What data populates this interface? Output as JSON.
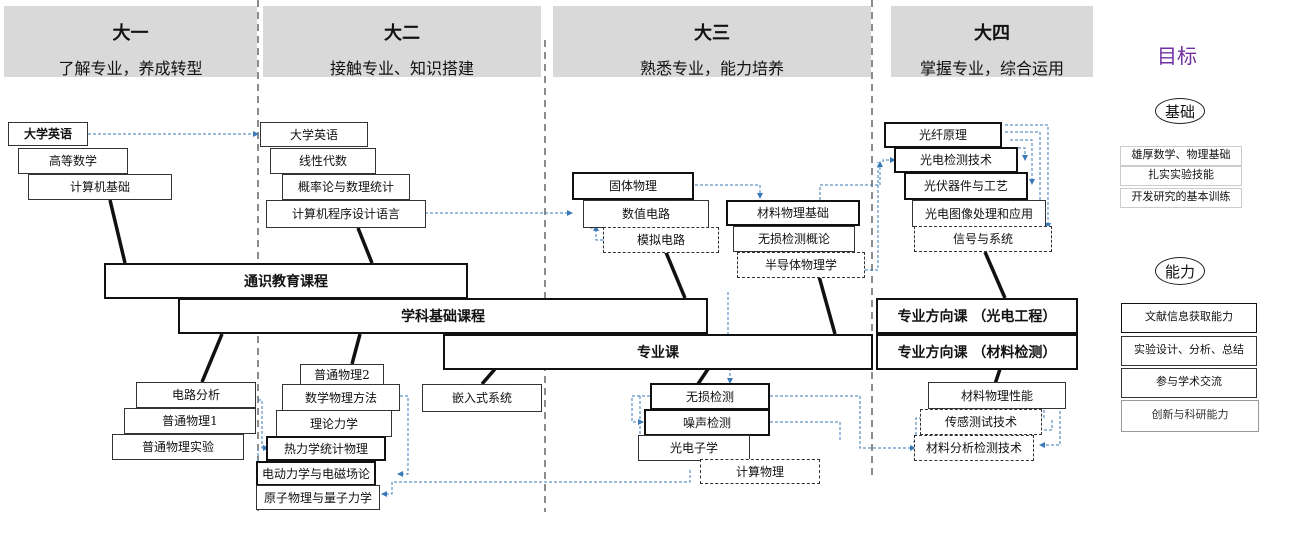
{
  "years": [
    {
      "title": "大一",
      "subtitle": "了解专业，养成转型"
    },
    {
      "title": "大二",
      "subtitle": "接触专业、知识搭建"
    },
    {
      "title": "大三",
      "subtitle": "熟悉专业，能力培养"
    },
    {
      "title": "大四",
      "subtitle": "掌握专业，综合运用"
    }
  ],
  "courses": {
    "y1_top": [
      "大学英语",
      "高等数学",
      "计算机基础"
    ],
    "y2_top": [
      "大学英语",
      "线性代数",
      "概率论与数理统计",
      "计算机程序设计语言"
    ],
    "y3_top_a": [
      "固体物理",
      "数值电路",
      "模拟电路"
    ],
    "y3_top_b": [
      "材料物理基础",
      "无损检测概论",
      "半导体物理学"
    ],
    "y4_top": [
      "光纤原理",
      "光电检测技术",
      "光伏器件与工艺",
      "光电图像处理和应用",
      "信号与系统"
    ],
    "y1_bottom": [
      "电路分析",
      "普通物理1",
      "普通物理实验"
    ],
    "y2_bottom": [
      "普通物理2",
      "数学物理方法",
      "理论力学",
      "热力学统计物理",
      "电动力学与电磁场论",
      "原子物理与量子力学"
    ],
    "embedded": "嵌入式系统",
    "y3_bottom": [
      "无损检测",
      "噪声检测",
      "光电子学",
      "计算物理"
    ],
    "y4_bottom": [
      "材料物理性能",
      "传感测试技术",
      "材料分析检测技术"
    ]
  },
  "bands": {
    "general": "通识教育课程",
    "discipline": "学科基础课程",
    "major": "专业课",
    "dir1": "专业方向课 （光电工程）",
    "dir2": "专业方向课 （材料检测）"
  },
  "goals": {
    "title": "目标",
    "foundation": "基础",
    "foundation_items": [
      "雄厚数学、物理基础",
      "扎实实验技能",
      "开发研究的基本训练"
    ],
    "ability": "能力",
    "ability_items": [
      "文献信息获取能力",
      "实验设计、分析、总结",
      "参与学术交流",
      "创新与科研能力"
    ]
  },
  "colors": {
    "header_bg": "#d9d9d9",
    "arrow": "#3a7ab8",
    "goal_title": "#7030a0"
  }
}
